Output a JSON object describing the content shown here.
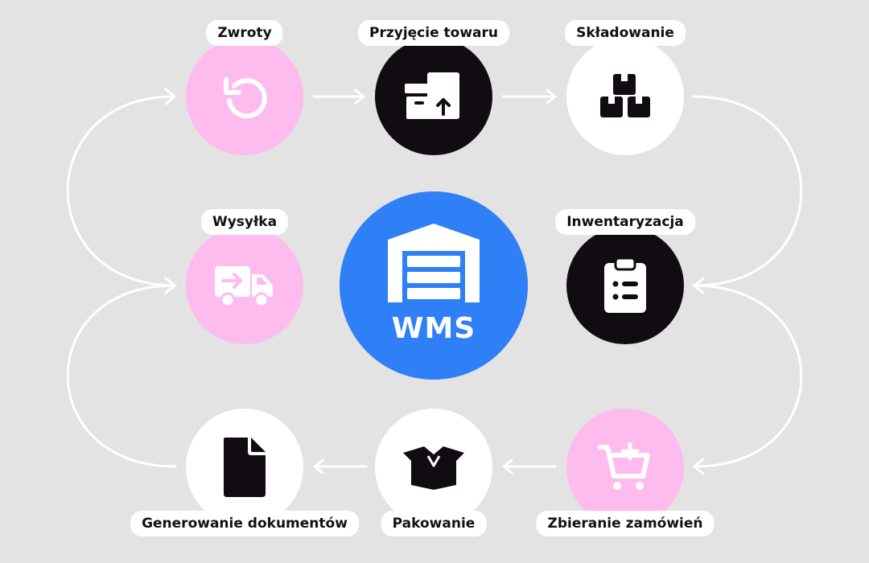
{
  "center": {
    "label": "WMS",
    "icon": "warehouse-icon",
    "color": "#2f7ff7"
  },
  "steps": [
    {
      "label": "Zwroty",
      "icon": "undo-icon",
      "color": "#fdbbee"
    },
    {
      "label": "Przyjęcie towaru",
      "icon": "box-upload-icon",
      "color": "#110c12"
    },
    {
      "label": "Składowanie",
      "icon": "boxes-stack-icon",
      "color": "#ffffff"
    },
    {
      "label": "Inwentaryzacja",
      "icon": "clipboard-list-icon",
      "color": "#110c12"
    },
    {
      "label": "Zbieranie zamówień",
      "icon": "cart-add-icon",
      "color": "#fdbbee"
    },
    {
      "label": "Pakowanie",
      "icon": "open-box-icon",
      "color": "#ffffff"
    },
    {
      "label": "Generowanie dokumentów",
      "icon": "document-icon",
      "color": "#ffffff"
    },
    {
      "label": "Wysyłka",
      "icon": "delivery-truck-icon",
      "color": "#fdbbee"
    }
  ]
}
